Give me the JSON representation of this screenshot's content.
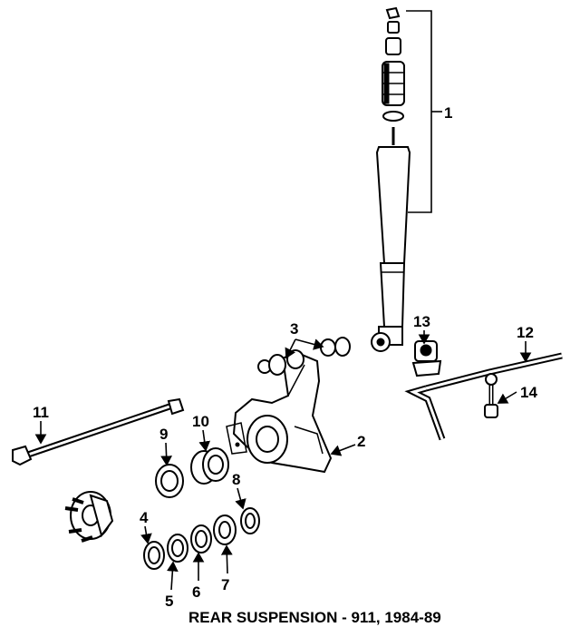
{
  "caption": "REAR SUSPENSION - 911, 1984-89",
  "callouts": [
    "1",
    "2",
    "3",
    "4",
    "5",
    "6",
    "7",
    "8",
    "9",
    "10",
    "11",
    "12",
    "13",
    "14"
  ]
}
